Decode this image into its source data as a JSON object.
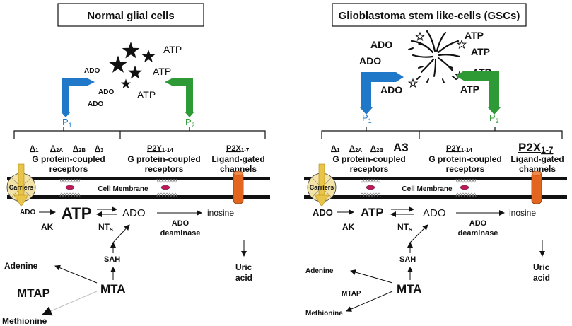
{
  "colors": {
    "p1_blue": "#1f78c8",
    "p2_green": "#2e9a36",
    "carrier_fill": "#f3e3a6",
    "carrier_arrow": "#e9c44a",
    "p2x_orange": "#e2661f",
    "receptor_pink": "#c2185b",
    "line": "#111111"
  },
  "left": {
    "title": "Normal glial cells",
    "atp1": "ATP",
    "atp2": "ATP",
    "atp3": "ATP",
    "ado1": "ADO",
    "ado2": "ADO",
    "ado3": "ADO",
    "p1": {
      "letter": "P",
      "sub": "1"
    },
    "p2": {
      "letter": "P",
      "sub": "2"
    },
    "subtypes_p1": [
      {
        "main": "A",
        "sub": "1"
      },
      {
        "main": "A",
        "sub": "2A"
      },
      {
        "main": "A",
        "sub": "2B"
      },
      {
        "main": "A",
        "sub": "3"
      }
    ],
    "p2y": {
      "main": "P2Y",
      "sub": "1-14"
    },
    "p2x": {
      "main": "P2X",
      "sub": "1-7"
    },
    "gpcr1_line1": "G protein-coupled",
    "gpcr1_line2": "receptors",
    "gpcr2_line1": "G protein-coupled",
    "gpcr2_line2": "receptors",
    "lgc_line1": "Ligand-gated",
    "lgc_line2": "channels",
    "carriers": "Carriers",
    "membrane": "Cell Membrane",
    "path_ado": "ADO",
    "path_atp": "ATP",
    "path_ado2": "ADO",
    "inosine": "inosine",
    "ak": "AK",
    "nts": {
      "main": "NT",
      "sub": "s"
    },
    "ado_deaminase_1": "ADO",
    "ado_deaminase_2": "deaminase",
    "uric1": "Uric",
    "uric2": "acid",
    "sah": "SAH",
    "adenine": "Adenine",
    "mtap": "MTAP",
    "mta": "MTA",
    "methionine": "Methionine"
  },
  "right": {
    "title": "Glioblastoma stem like-cells (GSCs)",
    "ado1": "ADO",
    "ado2": "ADO",
    "ado3": "ADO",
    "atp1": "ATP",
    "atp2": "ATP",
    "atp3": "ATP",
    "atp4": "ATP",
    "p1": {
      "letter": "P",
      "sub": "1"
    },
    "p2": {
      "letter": "P",
      "sub": "2"
    },
    "subtypes_p1": [
      {
        "main": "A",
        "sub": "1"
      },
      {
        "main": "A",
        "sub": "2A"
      },
      {
        "main": "A",
        "sub": "2B"
      }
    ],
    "a3": "A3",
    "p2y": {
      "main": "P2Y",
      "sub": "1-14"
    },
    "p2x": {
      "main": "P2X",
      "sub": "1-7"
    },
    "gpcr1_line1": "G protein-coupled",
    "gpcr1_line2": "receptors",
    "gpcr2_line1": "G protein-coupled",
    "gpcr2_line2": "receptors",
    "lgc_line1": "Ligand-gated",
    "lgc_line2": "channels",
    "carriers": "Carriers",
    "membrane": "Cell Membrane",
    "path_ado": "ADO",
    "path_atp": "ATP",
    "path_ado2": "ADO",
    "inosine": "inosine",
    "ak": "AK",
    "nts": {
      "main": "NT",
      "sub": "s"
    },
    "ado_deaminase_1": "ADO",
    "ado_deaminase_2": "deaminase",
    "uric1": "Uric",
    "uric2": "acid",
    "sah": "SAH",
    "adenine": "Adenine",
    "mtap": "MTAP",
    "mta": "MTA",
    "methionine": "Methionine"
  }
}
